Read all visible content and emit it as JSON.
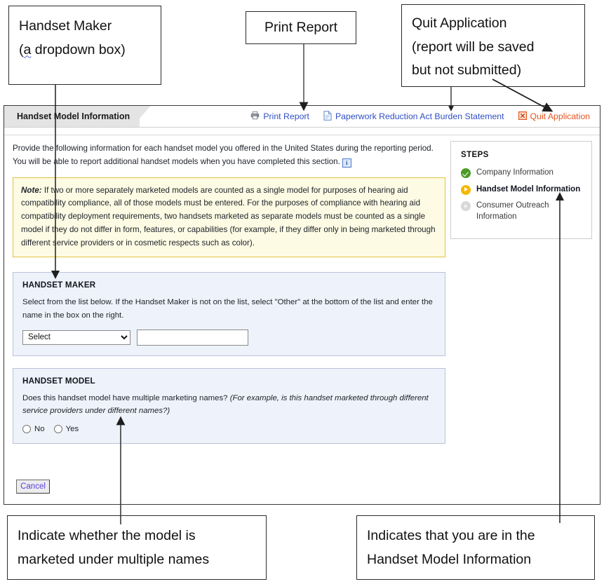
{
  "annotations": {
    "handset_maker": {
      "line1": "Handset Maker",
      "line2_prefix": "(",
      "line2_wavy": "a",
      "line2_rest": " dropdown box)"
    },
    "print_report": "Print Report",
    "quit_application": {
      "line1": "Quit Application",
      "line2": "(report will be saved",
      "line3": "but not submitted)"
    },
    "multiple_names": {
      "line1": "Indicate whether the model is",
      "line2": "marketed under multiple names"
    },
    "steps_indicator": {
      "line1": "Indicates that you are in the",
      "line2": "Handset Model Information"
    }
  },
  "app": {
    "tab_title": "Handset Model Information",
    "links": [
      {
        "label": "Print Report",
        "icon": "printer-icon",
        "color": "#2f4fc4"
      },
      {
        "label": "Paperwork Reduction Act Burden Statement",
        "icon": "document-icon",
        "color": "#2f4fc4"
      },
      {
        "label": "Quit Application",
        "icon": "close-box-icon",
        "color": "#e4541f"
      }
    ],
    "intro": "Provide the following information for each handset model you offered in the United States during the reporting period. You will be able to report additional handset models when you have completed this section.",
    "info_icon_label": "i",
    "note": {
      "label": "Note:",
      "text": " If two or more separately marketed models are counted as a single model for purposes of hearing aid compatibility compliance, all of those models must be entered.  For the purposes of compliance with hearing aid compatibility deployment requirements, two handsets marketed as separate models must be counted as a single model if they do not differ in form, features, or capabilities (for example, if they differ only in being marketed through different service providers or in cosmetic respects such as color)."
    },
    "handset_maker": {
      "heading": "HANDSET MAKER",
      "instruction": "Select from the list below. If the Handset Maker is not on the list, select \"Other\" at the bottom of the list and enter the name in the box on the right.",
      "select_value": "Select",
      "select_options": [
        "Select"
      ],
      "name_input_value": "",
      "name_input_placeholder": ""
    },
    "handset_model": {
      "heading": "HANDSET MODEL",
      "question": "Does this handset model have multiple marketing names? ",
      "question_italic": "(For example, is this handset marketed through different service providers under different names?)",
      "options": [
        "No",
        "Yes"
      ],
      "selected": ""
    },
    "steps": {
      "title": "STEPS",
      "items": [
        {
          "label": "Company Information",
          "state": "done"
        },
        {
          "label": "Handset Model Information",
          "state": "current"
        },
        {
          "label": "Consumer Outreach Information",
          "state": "pending"
        }
      ]
    },
    "cancel_label": "Cancel"
  },
  "colors": {
    "link_blue": "#2f4fc4",
    "quit_orange": "#e4541f",
    "note_bg": "#fdfbe4",
    "note_border": "#e0c341",
    "panel_bg": "#eef2fa",
    "step_done": "#4a9b25",
    "step_current": "#f5b800",
    "step_pending": "#d8d8d8",
    "cancel_text": "#5b3fe0"
  }
}
